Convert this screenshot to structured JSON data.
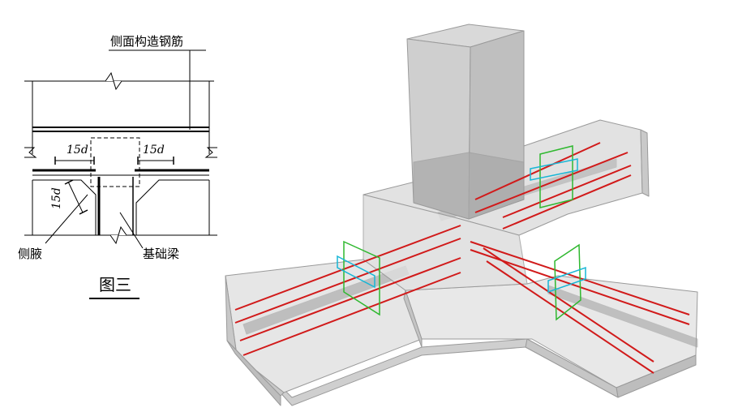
{
  "left_drawing": {
    "label_top": "侧面构造钢筋",
    "label_left": "侧腋",
    "label_right": "基础梁",
    "dim_left": "15d",
    "dim_right": "15d",
    "dim_vertical": "15d",
    "figure_title": "图三"
  },
  "colors": {
    "line": "#000000",
    "rebar_red": "#d11a1a",
    "stirrup_green": "#2fb82f",
    "stirrup_cyan": "#17b6d6",
    "concrete_light": "#e4e4e4",
    "concrete_mid": "#d2d2d2",
    "concrete_dark": "#b9b9b9"
  }
}
